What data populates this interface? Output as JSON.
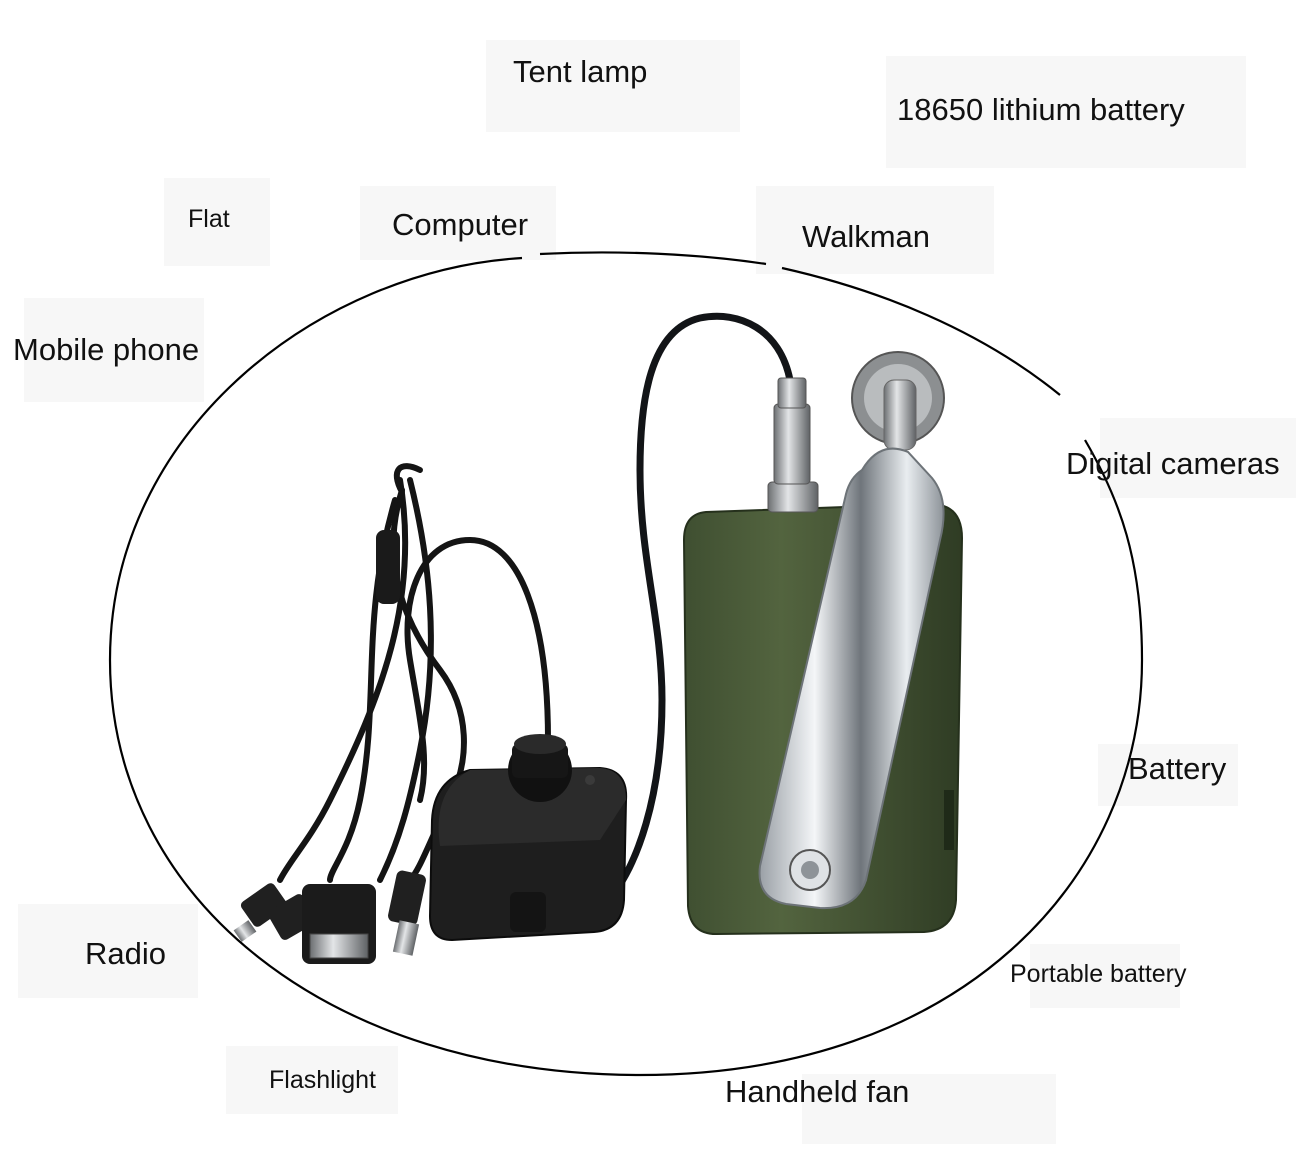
{
  "labels": {
    "tent_lamp": "Tent lamp",
    "lithium_battery": "18650 lithium battery",
    "flat": "Flat",
    "computer": "Computer",
    "walkman": "Walkman",
    "mobile_phone": "Mobile phone",
    "digital_cameras": "Digital cameras",
    "battery": "Battery",
    "radio": "Radio",
    "portable_battery": "Portable battery",
    "flashlight": "Flashlight",
    "handheld_fan": "Handheld fan"
  },
  "colors": {
    "generator_body": "#4a5a3a",
    "crank_handle": "#c8ccd0",
    "cable": "#111111",
    "adapter_box": "#1c1c1c",
    "ellipse_outline": "#000000"
  }
}
